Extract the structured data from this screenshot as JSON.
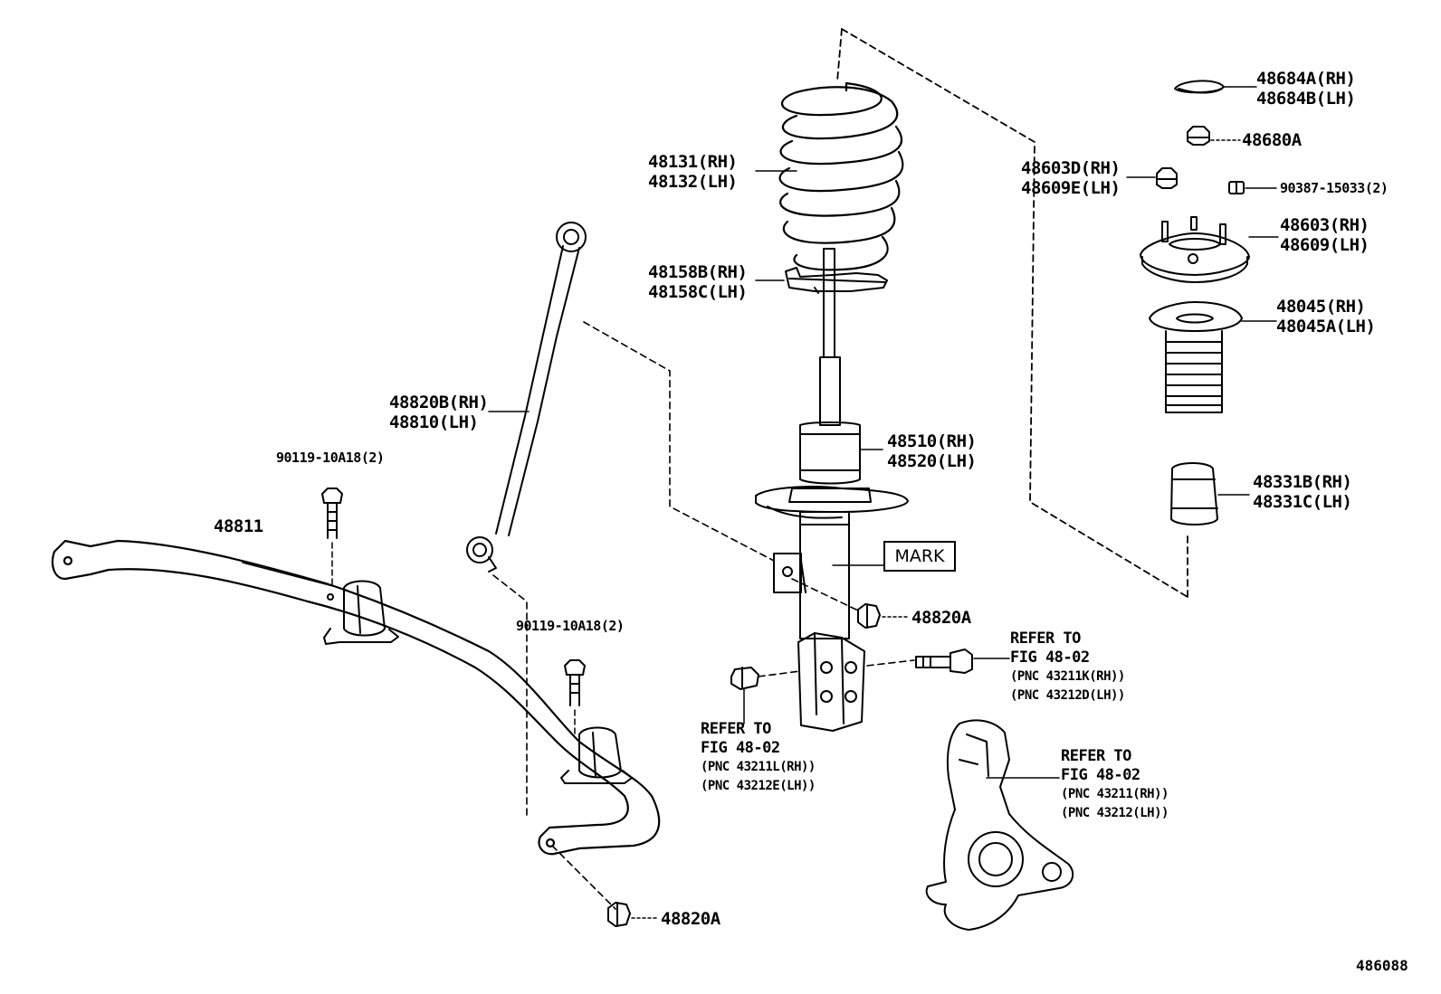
{
  "diagram": {
    "figure_id": "486088",
    "mark_label": "MARK",
    "parts": {
      "cap": [
        "48684A(RH)",
        "48684B(LH)"
      ],
      "top_nut": "48680A",
      "mount_nut": [
        "48603D(RH)",
        "48609E(LH)"
      ],
      "small_part": "90387-15033(2)",
      "support": [
        "48603(RH)",
        "48609(LH)"
      ],
      "boot": [
        "48045(RH)",
        "48045A(LH)"
      ],
      "bumper": [
        "48331B(RH)",
        "48331C(LH)"
      ],
      "spring": [
        "48131(RH)",
        "48132(LH)"
      ],
      "insulator": [
        "48158B(RH)",
        "48158C(LH)"
      ],
      "strut": [
        "48510(RH)",
        "48520(LH)"
      ],
      "link": [
        "48820B(RH)",
        "48810(LH)"
      ],
      "bolt_upper": "90119-10A18(2)",
      "bolt_lower": "90119-10A18(2)",
      "stabilizer_bar": "48811",
      "nut_strut": "48820A",
      "nut_bar": "48820A"
    },
    "refs": {
      "bolt_ref": [
        "REFER TO",
        "FIG 48-02",
        "(PNC 43211K(RH))",
        "(PNC 43212D(LH))"
      ],
      "nut_ref": [
        "REFER TO",
        "FIG 48-02",
        "(PNC 43211L(RH))",
        "(PNC 43212E(LH))"
      ],
      "knuckle_ref": [
        "REFER TO",
        "FIG 48-02",
        "(PNC 43211(RH))",
        "(PNC 43212(LH))"
      ]
    }
  }
}
